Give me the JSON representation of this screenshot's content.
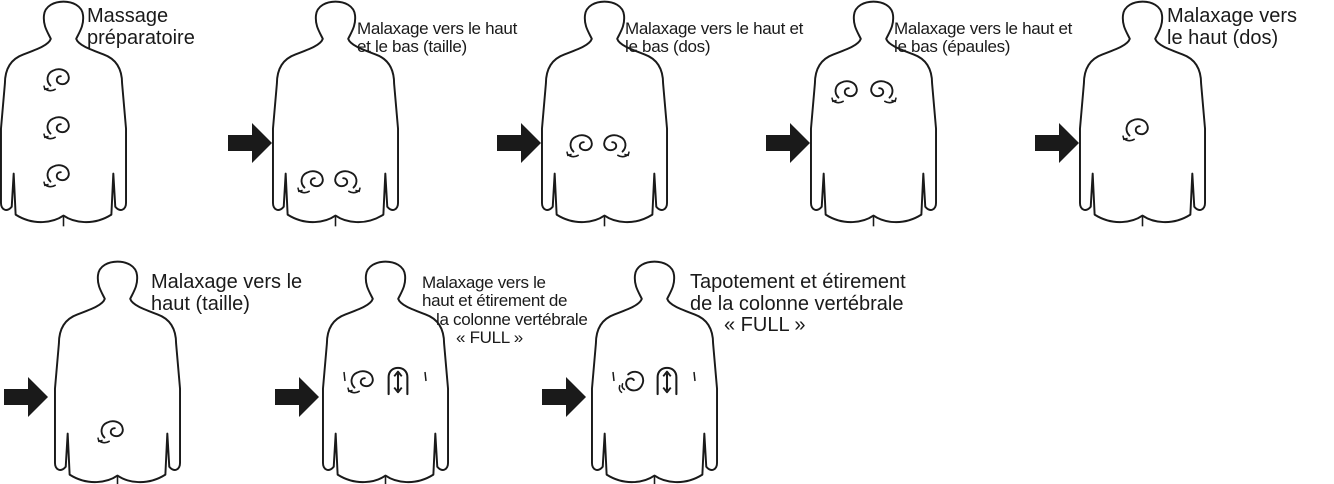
{
  "steps": [
    {
      "lines": [
        "Massage",
        "préparatoire"
      ],
      "marks": [
        "knead",
        "knead",
        "knead"
      ],
      "icon": "knead-icon"
    },
    {
      "lines": [
        "Malaxage vers le haut",
        "et le bas (taille)"
      ],
      "marks": [
        "knead",
        "knead-rev"
      ],
      "icon": "knead-icon"
    },
    {
      "lines": [
        "Malaxage vers le haut et",
        "le bas (dos)"
      ],
      "marks": [
        "knead",
        "knead-rev"
      ],
      "icon": "knead-icon"
    },
    {
      "lines": [
        "Malaxage vers le haut et",
        "le bas (épaules)"
      ],
      "marks": [
        "knead",
        "knead-rev"
      ],
      "icon": "knead-icon"
    },
    {
      "lines": [
        "Malaxage vers",
        "le haut (dos)"
      ],
      "marks": [
        "knead"
      ],
      "icon": "knead-icon"
    },
    {
      "lines": [
        "Malaxage vers le",
        "haut (taille)"
      ],
      "marks": [
        "knead"
      ],
      "icon": "knead-icon"
    },
    {
      "lines": [
        "Malaxage vers le",
        "haut et étirement de",
        "la colonne vertébrale",
        "« FULL »"
      ],
      "marks": [
        "knead",
        "stretch"
      ],
      "icon": "stretch-icon"
    },
    {
      "lines": [
        "Tapotement et étirement",
        "de la colonne vertébrale",
        "« FULL »"
      ],
      "marks": [
        "tap",
        "stretch"
      ],
      "icon": "tap-icon"
    }
  ],
  "icons": {
    "arrow": "right-arrow-icon",
    "figure": "back-silhouette-icon"
  },
  "colors": {
    "ink": "#1a1a1a",
    "background": "#ffffff"
  }
}
